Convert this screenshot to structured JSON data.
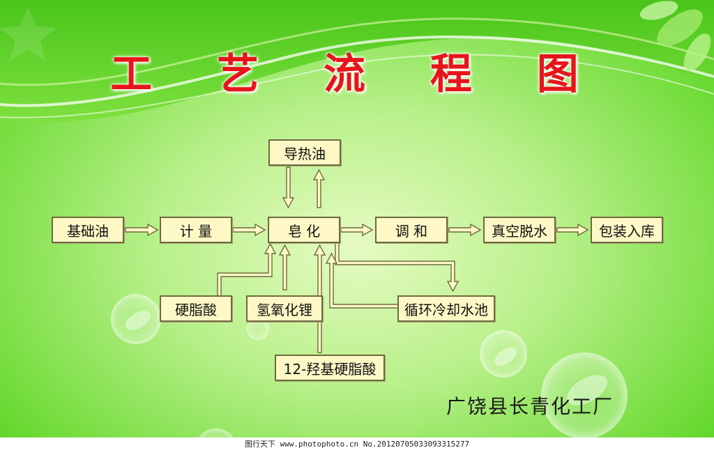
{
  "title": "工 艺 流 程 图",
  "nodes": {
    "base_oil": "基础油",
    "metering": "计 量",
    "saponification": "皂 化",
    "blending": "调 和",
    "vacuum_dehydration": "真空脱水",
    "packaging": "包装入库",
    "heat_oil": "导热油",
    "stearic_acid": "硬脂酸",
    "lithium_hydroxide": "氢氧化锂",
    "hydroxystearic_acid": "12-羟基硬脂酸",
    "cooling_pool": "循环冷却水池"
  },
  "factory": "广饶县长青化工厂",
  "watermark": "图行天下 www.photophoto.cn No.20120705033093315277",
  "colors": {
    "title": "#e8141c",
    "node_fill": "#fdf8c6",
    "node_border": "#6e6a3e",
    "arrow_fill": "#fdf8c6",
    "arrow_stroke": "#6e6a3e"
  }
}
